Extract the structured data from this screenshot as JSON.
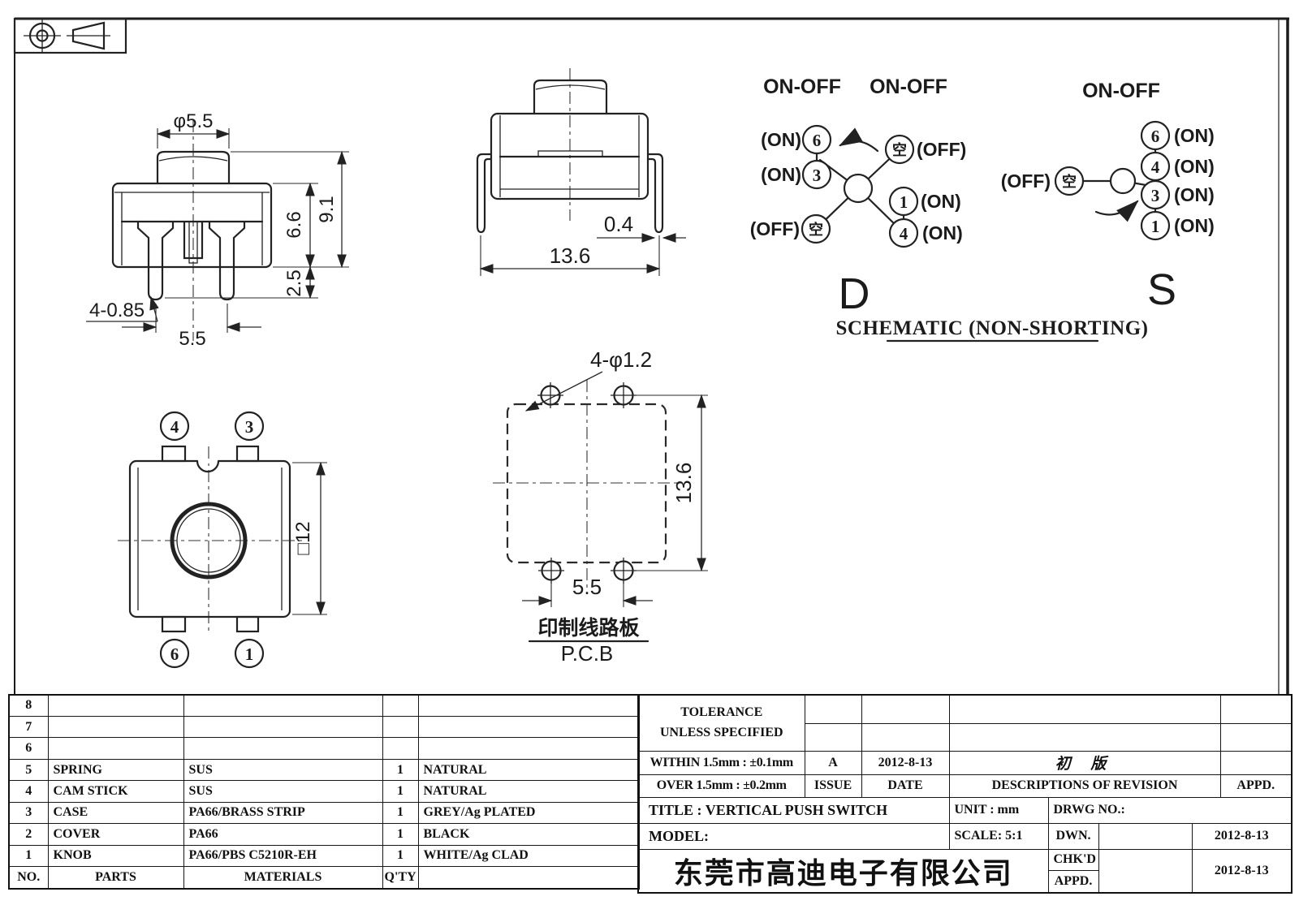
{
  "drawing": {
    "front": {
      "dia": "φ5.5",
      "body_height": "6.6",
      "total_height": "9.1",
      "leg_length": "2.5",
      "leg_spec": "4-0.85",
      "pitch": "5.5"
    },
    "side": {
      "thickness": "0.4",
      "width": "13.6"
    },
    "bottom": {
      "n4": "4",
      "n3": "3",
      "n6": "6",
      "n1": "1",
      "square": "□12"
    },
    "pcb": {
      "holes": "4-φ1.2",
      "height": "13.6",
      "pitch": "5.5",
      "label_cn": "印制线路板",
      "label_en": "P.C.B"
    }
  },
  "schematic": {
    "caption": "SCHEMATIC (NON-SHORTING)",
    "d": {
      "heading_left": "ON-OFF",
      "heading_right": "ON-OFF",
      "letter": "D",
      "on": "(ON)",
      "off": "(OFF)",
      "empty": "空",
      "n6": "6",
      "n3": "3",
      "n1": "1",
      "n4": "4"
    },
    "s": {
      "heading": "ON-OFF",
      "letter": "S",
      "on": "(ON)",
      "off": "(OFF)",
      "empty": "空",
      "n6": "6",
      "n4": "4",
      "n3": "3",
      "n1": "1"
    }
  },
  "bom": {
    "headers": {
      "no": "NO.",
      "parts": "PARTS",
      "materials": "MATERIALS",
      "qty": "Q'TY",
      "color": ""
    },
    "rows": [
      {
        "no": "8",
        "parts": "",
        "materials": "",
        "qty": "",
        "color": ""
      },
      {
        "no": "7",
        "parts": "",
        "materials": "",
        "qty": "",
        "color": ""
      },
      {
        "no": "6",
        "parts": "",
        "materials": "",
        "qty": "",
        "color": ""
      },
      {
        "no": "5",
        "parts": "SPRING",
        "materials": "SUS",
        "qty": "1",
        "color": "NATURAL"
      },
      {
        "no": "4",
        "parts": "CAM STICK",
        "materials": "SUS",
        "qty": "1",
        "color": "NATURAL"
      },
      {
        "no": "3",
        "parts": "CASE",
        "materials": "PA66/BRASS STRIP",
        "qty": "1",
        "color": "GREY/Ag PLATED"
      },
      {
        "no": "2",
        "parts": "COVER",
        "materials": "PA66",
        "qty": "1",
        "color": "BLACK"
      },
      {
        "no": "1",
        "parts": "KNOB",
        "materials": "PA66/PBS C5210R-EH",
        "qty": "1",
        "color": "WHITE/Ag CLAD"
      }
    ]
  },
  "title_block": {
    "tolerance1": "TOLERANCE",
    "tolerance2": "UNLESS  SPECIFIED",
    "within": "WITHIN 1.5mm : ±0.1mm",
    "over": "OVER 1.5mm : ±0.2mm",
    "issue_value": "A",
    "issue_label": "ISSUE",
    "date_value": "2012-8-13",
    "date_label": "DATE",
    "rev_value": "初 版",
    "rev_label": "DESCRIPTIONS OF REVISION",
    "appd_label": "APPD.",
    "title": "TITLE :  VERTICAL PUSH SWITCH",
    "unit": "UNIT :  mm",
    "drwg": "DRWG NO.:",
    "model": "MODEL:",
    "scale": "SCALE:  5:1",
    "dwn_label": "DWN.",
    "dwn_date": "2012-8-13",
    "chkd_label": "CHK'D",
    "chkd_date": "2012-8-13",
    "appd2_label": "APPD.",
    "company": "东莞市高迪电子有限公司"
  }
}
